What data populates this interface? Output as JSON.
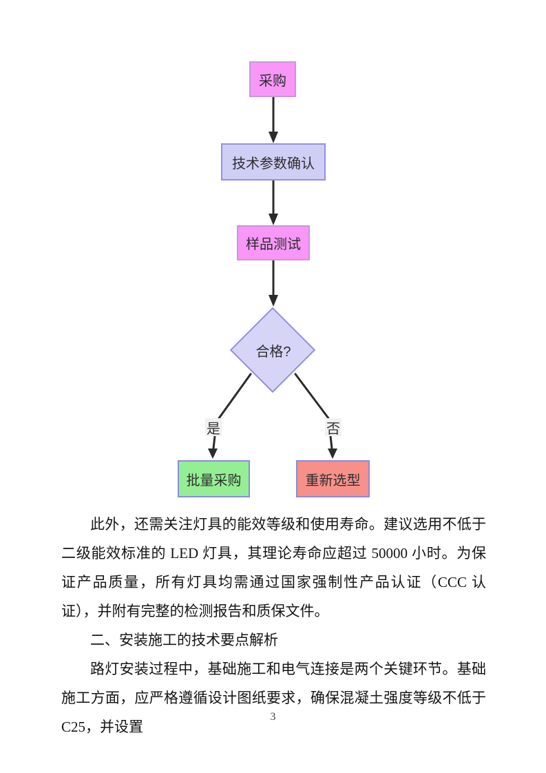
{
  "page": {
    "number": "3"
  },
  "flowchart": {
    "nodes": {
      "start": {
        "label": "采购",
        "fill": "#f897f8"
      },
      "params": {
        "label": "技术参数确认",
        "fill": "#cfcef5"
      },
      "sample": {
        "label": "样品测试",
        "fill": "#f897f8"
      },
      "decision": {
        "label": "合格?",
        "fill": "#d6d5f7"
      },
      "bulk": {
        "label": "批量采购",
        "fill": "#94ef94"
      },
      "reselect": {
        "label": "重新选型",
        "fill": "#f8908a"
      }
    },
    "edge_labels": {
      "yes": "是",
      "no": "否"
    },
    "colors": {
      "arrow": "#2b2b2b",
      "border_pink": "#c698d8",
      "border_lavender": "#968ee0",
      "border_result": "#8a8ad8",
      "edge_label_bg": "#f1f1f1"
    }
  },
  "document": {
    "paragraph1": "此外，还需关注灯具的能效等级和使用寿命。建议选用不低于二级能效标准的 LED 灯具，其理论寿命应超过 50000 小时。为保证产品质量，所有灯具均需通过国家强制性产品认证（CCC 认证），并附有完整的检测报告和质保文件。",
    "heading2": "二、安装施工的技术要点解析",
    "paragraph2": "路灯安装过程中，基础施工和电气连接是两个关键环节。基础施工方面，应严格遵循设计图纸要求，确保混凝土强度等级不低于 C25，并设置"
  }
}
